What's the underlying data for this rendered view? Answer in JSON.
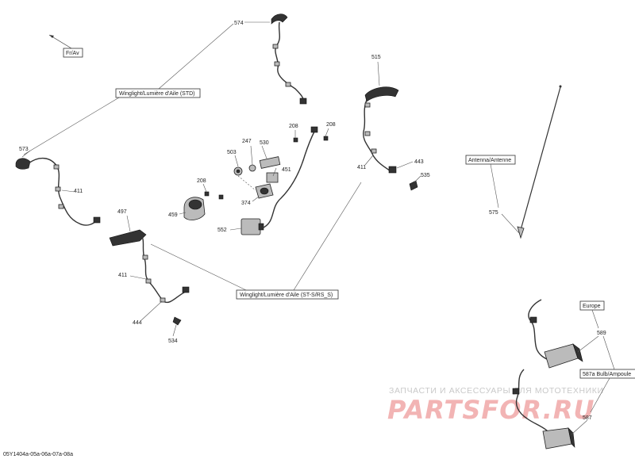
{
  "callouts": {
    "c574": "574",
    "c573": "573",
    "c411a": "411",
    "c497": "497",
    "c411b": "411",
    "c444": "444",
    "c534": "534",
    "c208a": "208",
    "c459": "459",
    "c503": "503",
    "c247": "247",
    "c530": "530",
    "c451": "451",
    "c374": "374",
    "c552": "552",
    "c208b": "208",
    "c208c": "208",
    "c515": "515",
    "c411c": "411",
    "c443": "443",
    "c535": "535",
    "c575": "575",
    "c589": "589",
    "c587": "587"
  },
  "labels": {
    "fr_av": "Fr/Av",
    "winglight_std": "Winglight/Lumière d'Aile (STD)",
    "winglight_sts": "Winglight/Lumière d'Aile (ST-S/RS_S)",
    "antenna": "Antenna/Antenne",
    "europe": "Europe",
    "bulb": "587a Bulb/Ampoule"
  },
  "footer": {
    "drawing_id": "05Y1404a-05a-06a-07a-08a"
  },
  "watermark": {
    "line1": "ЗАПЧАСТИ И АКСЕССУАРЫ ДЛЯ МОТОТЕХНИКИ",
    "line2": "PARTSFOR.RU"
  }
}
